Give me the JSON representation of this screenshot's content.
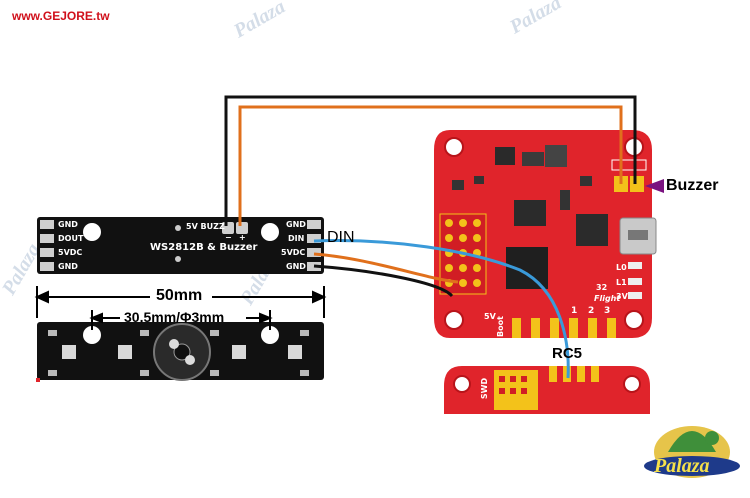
{
  "site": {
    "url": "www.GEJORE.tw"
  },
  "watermarks": [
    "Palaza",
    "Palaza",
    "Palaza",
    "Palaza"
  ],
  "led_board": {
    "title": "WS2812B & Buzzer",
    "buzz_label": "5V BUZZ",
    "minus": "−",
    "plus": "+",
    "left_pins": [
      "GND",
      "DOUT",
      "5VDC",
      "GND"
    ],
    "right_pins": [
      "GND",
      "DIN",
      "5VDC",
      "GND"
    ]
  },
  "dimensions": {
    "length": "50mm",
    "hole": "30.5mm/Φ3mm"
  },
  "labels": {
    "din": "DIN",
    "buzzer": "Buzzer",
    "rc5": "RC5"
  },
  "fc": {
    "ports": [
      "1",
      "2",
      "3"
    ],
    "misc": [
      "32",
      "L0",
      "L1",
      "3V",
      "5V",
      "Boot",
      "SWD"
    ],
    "brand": "Flight"
  },
  "logo": {
    "text": "Palaza"
  },
  "colors": {
    "pcb_red": "#e0242b",
    "wire_orange": "#e0701c",
    "wire_blue": "#3a9ad9",
    "wire_black": "#111111"
  }
}
